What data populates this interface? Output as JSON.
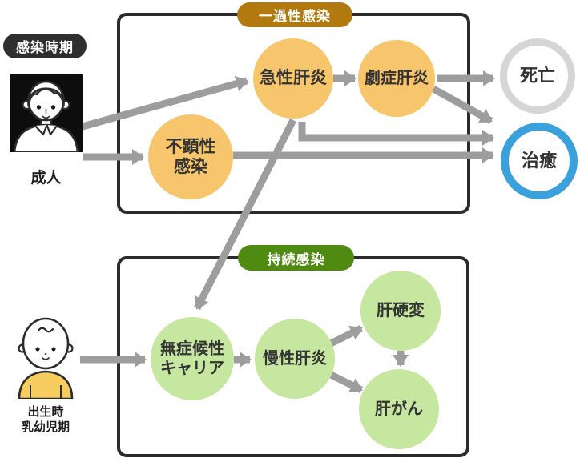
{
  "diagram": {
    "infection_period_label": "感染時期",
    "groups": {
      "transient": {
        "label": "一過性感染"
      },
      "persistent": {
        "label": "持続感染"
      }
    },
    "actors": {
      "adult": {
        "label": "成人"
      },
      "infant": {
        "label_line1": "出生時",
        "label_line2": "乳幼児期"
      }
    },
    "nodes": {
      "acute_hepatitis": {
        "label": "急性肝炎"
      },
      "fulminant_hepatitis": {
        "label": "劇症肝炎"
      },
      "inapparent_infection": {
        "label_line1": "不顕性",
        "label_line2": "感染"
      },
      "death": {
        "label": "死亡"
      },
      "cure": {
        "label": "治癒"
      },
      "asymptomatic_carrier": {
        "label_line1": "無症候性",
        "label_line2": "キャリア"
      },
      "chronic_hepatitis": {
        "label": "慢性肝炎"
      },
      "cirrhosis": {
        "label": "肝硬変"
      },
      "liver_cancer": {
        "label": "肝がん"
      }
    },
    "edges": [
      {
        "from": "adult",
        "to": "acute_hepatitis"
      },
      {
        "from": "adult",
        "to": "inapparent_infection"
      },
      {
        "from": "acute_hepatitis",
        "to": "fulminant_hepatitis"
      },
      {
        "from": "fulminant_hepatitis",
        "to": "death"
      },
      {
        "from": "fulminant_hepatitis",
        "to": "cure"
      },
      {
        "from": "acute_hepatitis",
        "to": "cure"
      },
      {
        "from": "inapparent_infection",
        "to": "cure"
      },
      {
        "from": "acute_hepatitis",
        "to": "asymptomatic_carrier"
      },
      {
        "from": "infant",
        "to": "asymptomatic_carrier"
      },
      {
        "from": "asymptomatic_carrier",
        "to": "chronic_hepatitis"
      },
      {
        "from": "chronic_hepatitis",
        "to": "cirrhosis"
      },
      {
        "from": "chronic_hepatitis",
        "to": "liver_cancer"
      },
      {
        "from": "cirrhosis",
        "to": "liver_cancer"
      }
    ],
    "colors": {
      "orange_node": "#f7c56b",
      "green_node": "#c6e7a0",
      "transient_badge": "#b1790e",
      "persistent_badge": "#4e8b10",
      "period_badge": "#2f2f2f",
      "death_ring": "#d5d5d5",
      "cure_ring": "#3ba1dc",
      "arrow": "#9d9d9d",
      "box_border": "#2b2b2b",
      "infant_shirt": "#f7cd5f"
    }
  }
}
